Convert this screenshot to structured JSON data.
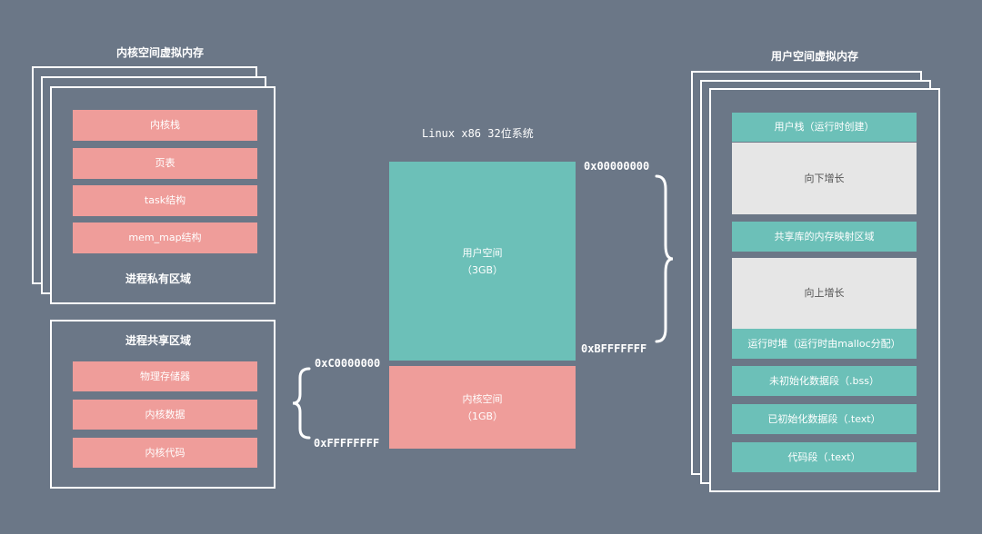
{
  "colors": {
    "background": "#6b7787",
    "pink": "#ef9d9a",
    "teal": "#6cc0b8",
    "grey": "#e6e6e6",
    "frame": "#ffffff"
  },
  "kernel_vm": {
    "title": "内核空间虚拟内存",
    "blocks": [
      "内核栈",
      "页表",
      "task结构",
      "mem_map结构"
    ],
    "private_label": "进程私有区域"
  },
  "shared_region": {
    "title": "进程共享区域",
    "blocks": [
      "物理存储器",
      "内核数据",
      "内核代码"
    ]
  },
  "center": {
    "title": "Linux x86 32位系统",
    "user_space": {
      "label": "用户空间",
      "size": "（3GB）"
    },
    "kernel_space": {
      "label": "内核空间",
      "size": "（1GB）"
    },
    "addresses": {
      "user_start": "0x00000000",
      "user_end": "0xBFFFFFFF",
      "kernel_start": "0xC0000000",
      "kernel_end": "0xFFFFFFFF"
    }
  },
  "user_vm": {
    "title": "用户空间虚拟内存",
    "blocks": [
      "用户栈（运行时创建）",
      "向下增长",
      "共享库的内存映射区域",
      "向上增长",
      "运行时堆（运行时由malloc分配）",
      "未初始化数据段（.bss）",
      "已初始化数据段（.text）",
      "代码段（.text）"
    ]
  }
}
